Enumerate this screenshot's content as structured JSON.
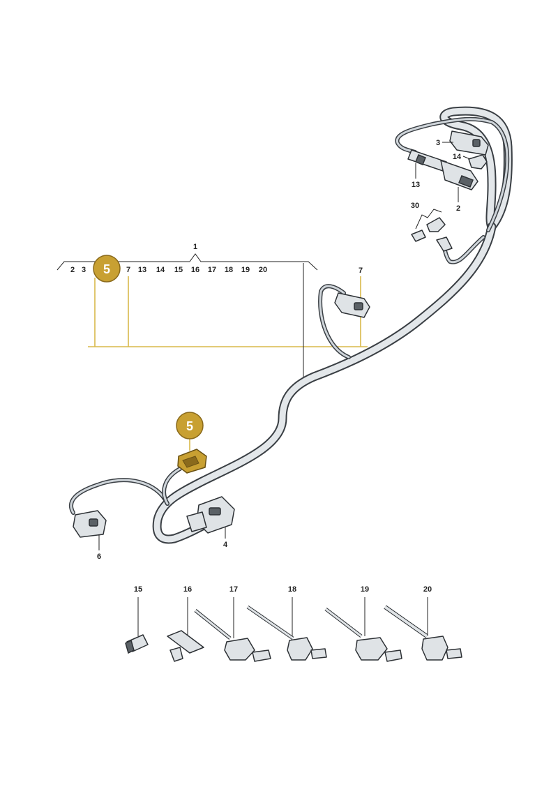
{
  "group_header": {
    "label": "1",
    "items": [
      "2",
      "3",
      "7",
      "13",
      "14",
      "15",
      "16",
      "17",
      "18",
      "19",
      "20"
    ]
  },
  "highlight": {
    "label": "5",
    "color": "#c8a032",
    "line_color": "#d8b94a"
  },
  "callouts": {
    "c2": "2",
    "c3": "3",
    "c4": "4",
    "c6": "6",
    "c7": "7",
    "c13": "13",
    "c14": "14",
    "c30": "30"
  },
  "fasteners": {
    "f15": "15",
    "f16": "16",
    "f17": "17",
    "f18": "18",
    "f19": "19",
    "f20": "20"
  }
}
